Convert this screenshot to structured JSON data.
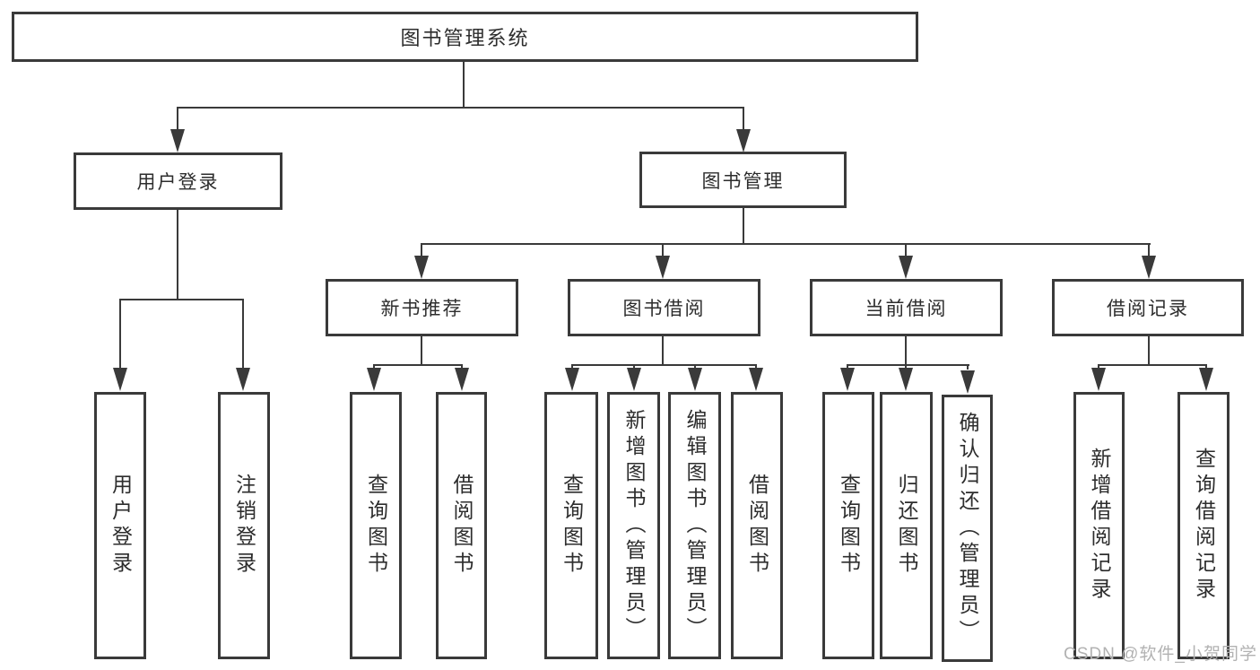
{
  "diagram": {
    "root": {
      "label": "图书管理系统"
    },
    "level1": [
      {
        "label": "用户登录"
      },
      {
        "label": "图书管理"
      }
    ],
    "login_children": [
      {
        "label": "用户登录"
      },
      {
        "label": "注销登录"
      }
    ],
    "modules": [
      {
        "label": "新书推荐",
        "children": [
          {
            "label": "查询图书"
          },
          {
            "label": "借阅图书"
          }
        ]
      },
      {
        "label": "图书借阅",
        "children": [
          {
            "label": "查询图书"
          },
          {
            "label": "新增图书（管理员）"
          },
          {
            "label": "编辑图书（管理员）"
          },
          {
            "label": "借阅图书"
          }
        ]
      },
      {
        "label": "当前借阅",
        "children": [
          {
            "label": "查询图书"
          },
          {
            "label": "归还图书"
          },
          {
            "label": "确认归还（管理员）"
          }
        ]
      },
      {
        "label": "借阅记录",
        "children": [
          {
            "label": "新增借阅记录"
          },
          {
            "label": "查询借阅记录"
          }
        ]
      }
    ]
  },
  "watermark": {
    "text": "CSDN @软件_小贺同学"
  },
  "colors": {
    "line": "#3a3a3a",
    "box_border": "#3a3a3a",
    "text": "#2d2d2d",
    "background": "#ffffff",
    "watermark": "#b2b2b2"
  }
}
